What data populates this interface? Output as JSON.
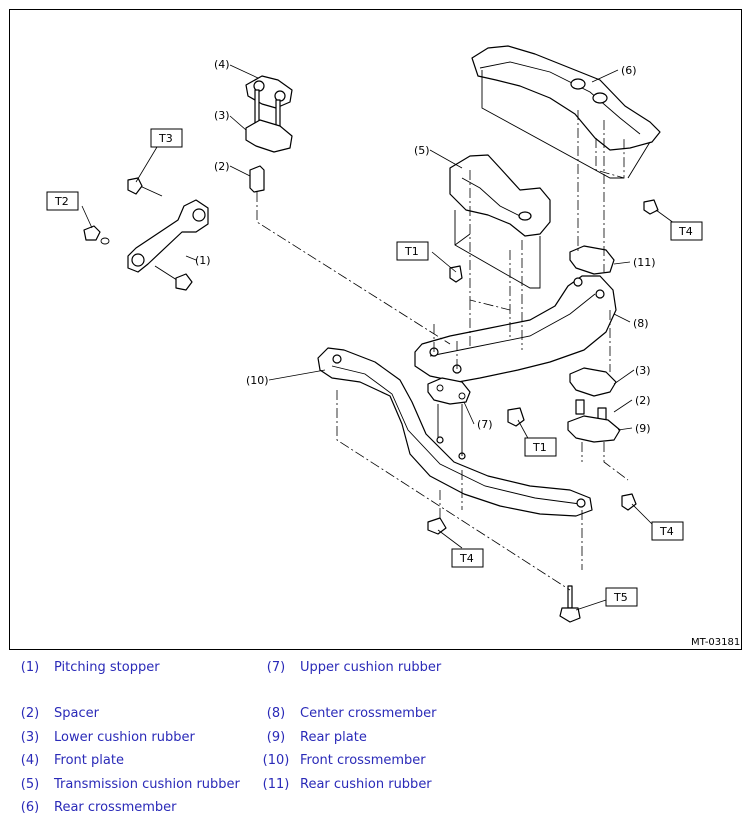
{
  "figure_code": "MT-03181",
  "callouts": {
    "c1": "(1)",
    "c2a": "(2)",
    "c2b": "(2)",
    "c3a": "(3)",
    "c3b": "(3)",
    "c4": "(4)",
    "c5": "(5)",
    "c6": "(6)",
    "c7": "(7)",
    "c8": "(8)",
    "c9": "(9)",
    "c10": "(10)",
    "c11": "(11)"
  },
  "torque_labels": {
    "t1a": "T1",
    "t1b": "T1",
    "t2": "T2",
    "t3": "T3",
    "t4a": "T4",
    "t4b": "T4",
    "t4c": "T4",
    "t5": "T5"
  },
  "legend": [
    {
      "num": "(1)",
      "name": "Pitching stopper"
    },
    {
      "num": "(2)",
      "name": "Spacer"
    },
    {
      "num": "(3)",
      "name": "Lower cushion rubber"
    },
    {
      "num": "(4)",
      "name": "Front plate"
    },
    {
      "num": "(5)",
      "name": "Transmission cushion rubber"
    },
    {
      "num": "(6)",
      "name": "Rear crossmember"
    },
    {
      "num": "(7)",
      "name": "Upper cushion rubber"
    },
    {
      "num": "(8)",
      "name": "Center crossmember"
    },
    {
      "num": "(9)",
      "name": "Rear plate"
    },
    {
      "num": "(10)",
      "name": "Front crossmember"
    },
    {
      "num": "(11)",
      "name": "Rear cushion rubber"
    }
  ],
  "colors": {
    "legend_text": "#2a2ab8",
    "line": "#000000"
  }
}
